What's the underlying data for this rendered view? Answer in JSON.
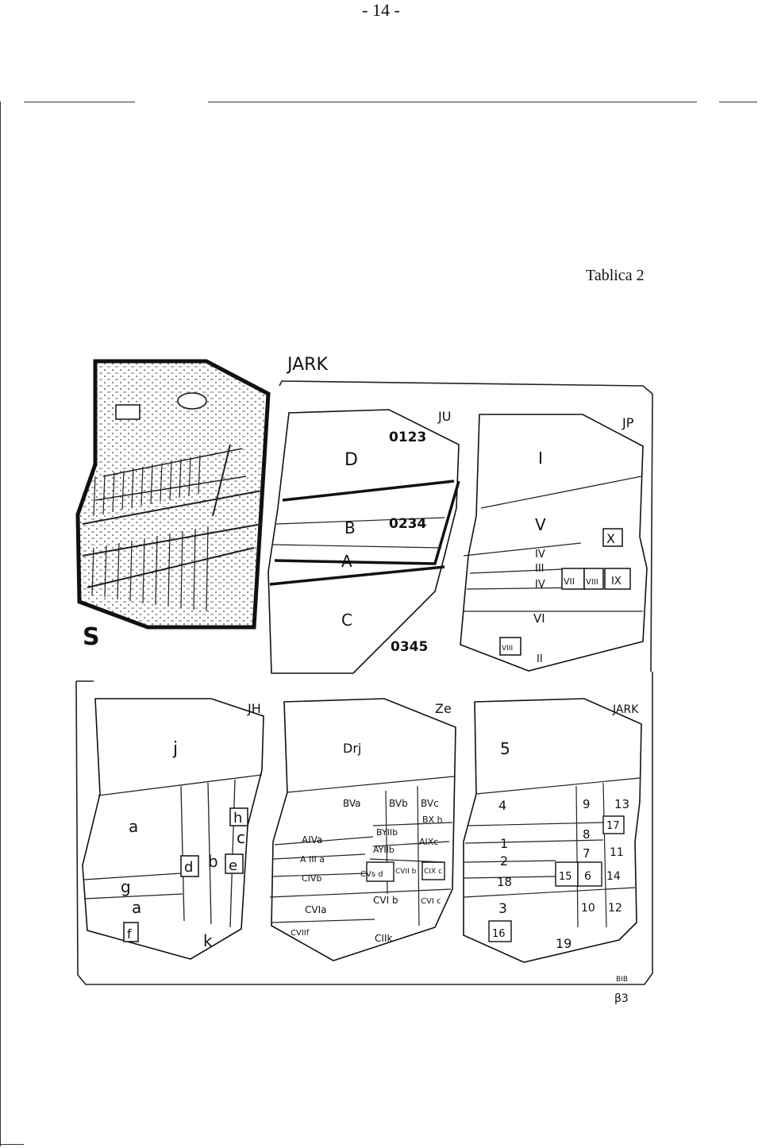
{
  "page": {
    "number": "- 14 -",
    "table_title": "Tablica 2"
  },
  "map_title": "JARK",
  "side_label": "S",
  "panel1": {
    "corner": "JU",
    "labels": {
      "D": "D",
      "B": "B",
      "A": "A",
      "C": "C",
      "n1": "0123",
      "n2": "0234",
      "n3": "0345"
    }
  },
  "panel2": {
    "corner": "JP",
    "labels": {
      "I": "I",
      "V": "V",
      "X": "X",
      "IV1": "IV",
      "III": "III",
      "IV2": "IV",
      "VII": "VII",
      "VIII": "VIII",
      "IX": "IX",
      "VI": "VI",
      "VIIb": "VIII",
      "II": "II"
    }
  },
  "panel3": {
    "corner": "JH",
    "labels": {
      "j": "j",
      "a1": "a",
      "h": "h",
      "c": "c",
      "d": "d",
      "b": "b",
      "e": "e",
      "g": "g",
      "a2": "a",
      "f": "f",
      "k": "k"
    }
  },
  "panel4": {
    "corner": "Ze",
    "labels": {
      "drj": "Drj",
      "bva": "BVa",
      "bvb": "BVb",
      "bvc": "BVc",
      "bxh": "BX h",
      "aiva": "AIVa",
      "byiib": "BYIIb",
      "aixc": "AIXc",
      "aiiia": "A III a",
      "ayiib": "AYIIb",
      "civb": "CIVb",
      "cvsd": "CVs d",
      "cvib": "CVII b",
      "cixc": "CIX c",
      "cvia": "CVIa",
      "cvib2": "CVI b",
      "cvic": "CVI c",
      "cviif": "CVIIf",
      "cxk": "CIIk"
    }
  },
  "panel5": {
    "corner": "JARK",
    "labels": {
      "n5": "5",
      "n4": "4",
      "n9": "9",
      "n13": "13",
      "n17": "17",
      "n1": "1",
      "n8": "8",
      "n2": "2",
      "n7": "7",
      "n11": "11",
      "n18": "18",
      "n15": "15",
      "n6": "6",
      "n14": "14",
      "n3": "3",
      "n10": "10",
      "n12": "12",
      "n16": "16",
      "n19": "19"
    }
  },
  "signature": {
    "top": "BIB",
    "bottom": "β3"
  }
}
